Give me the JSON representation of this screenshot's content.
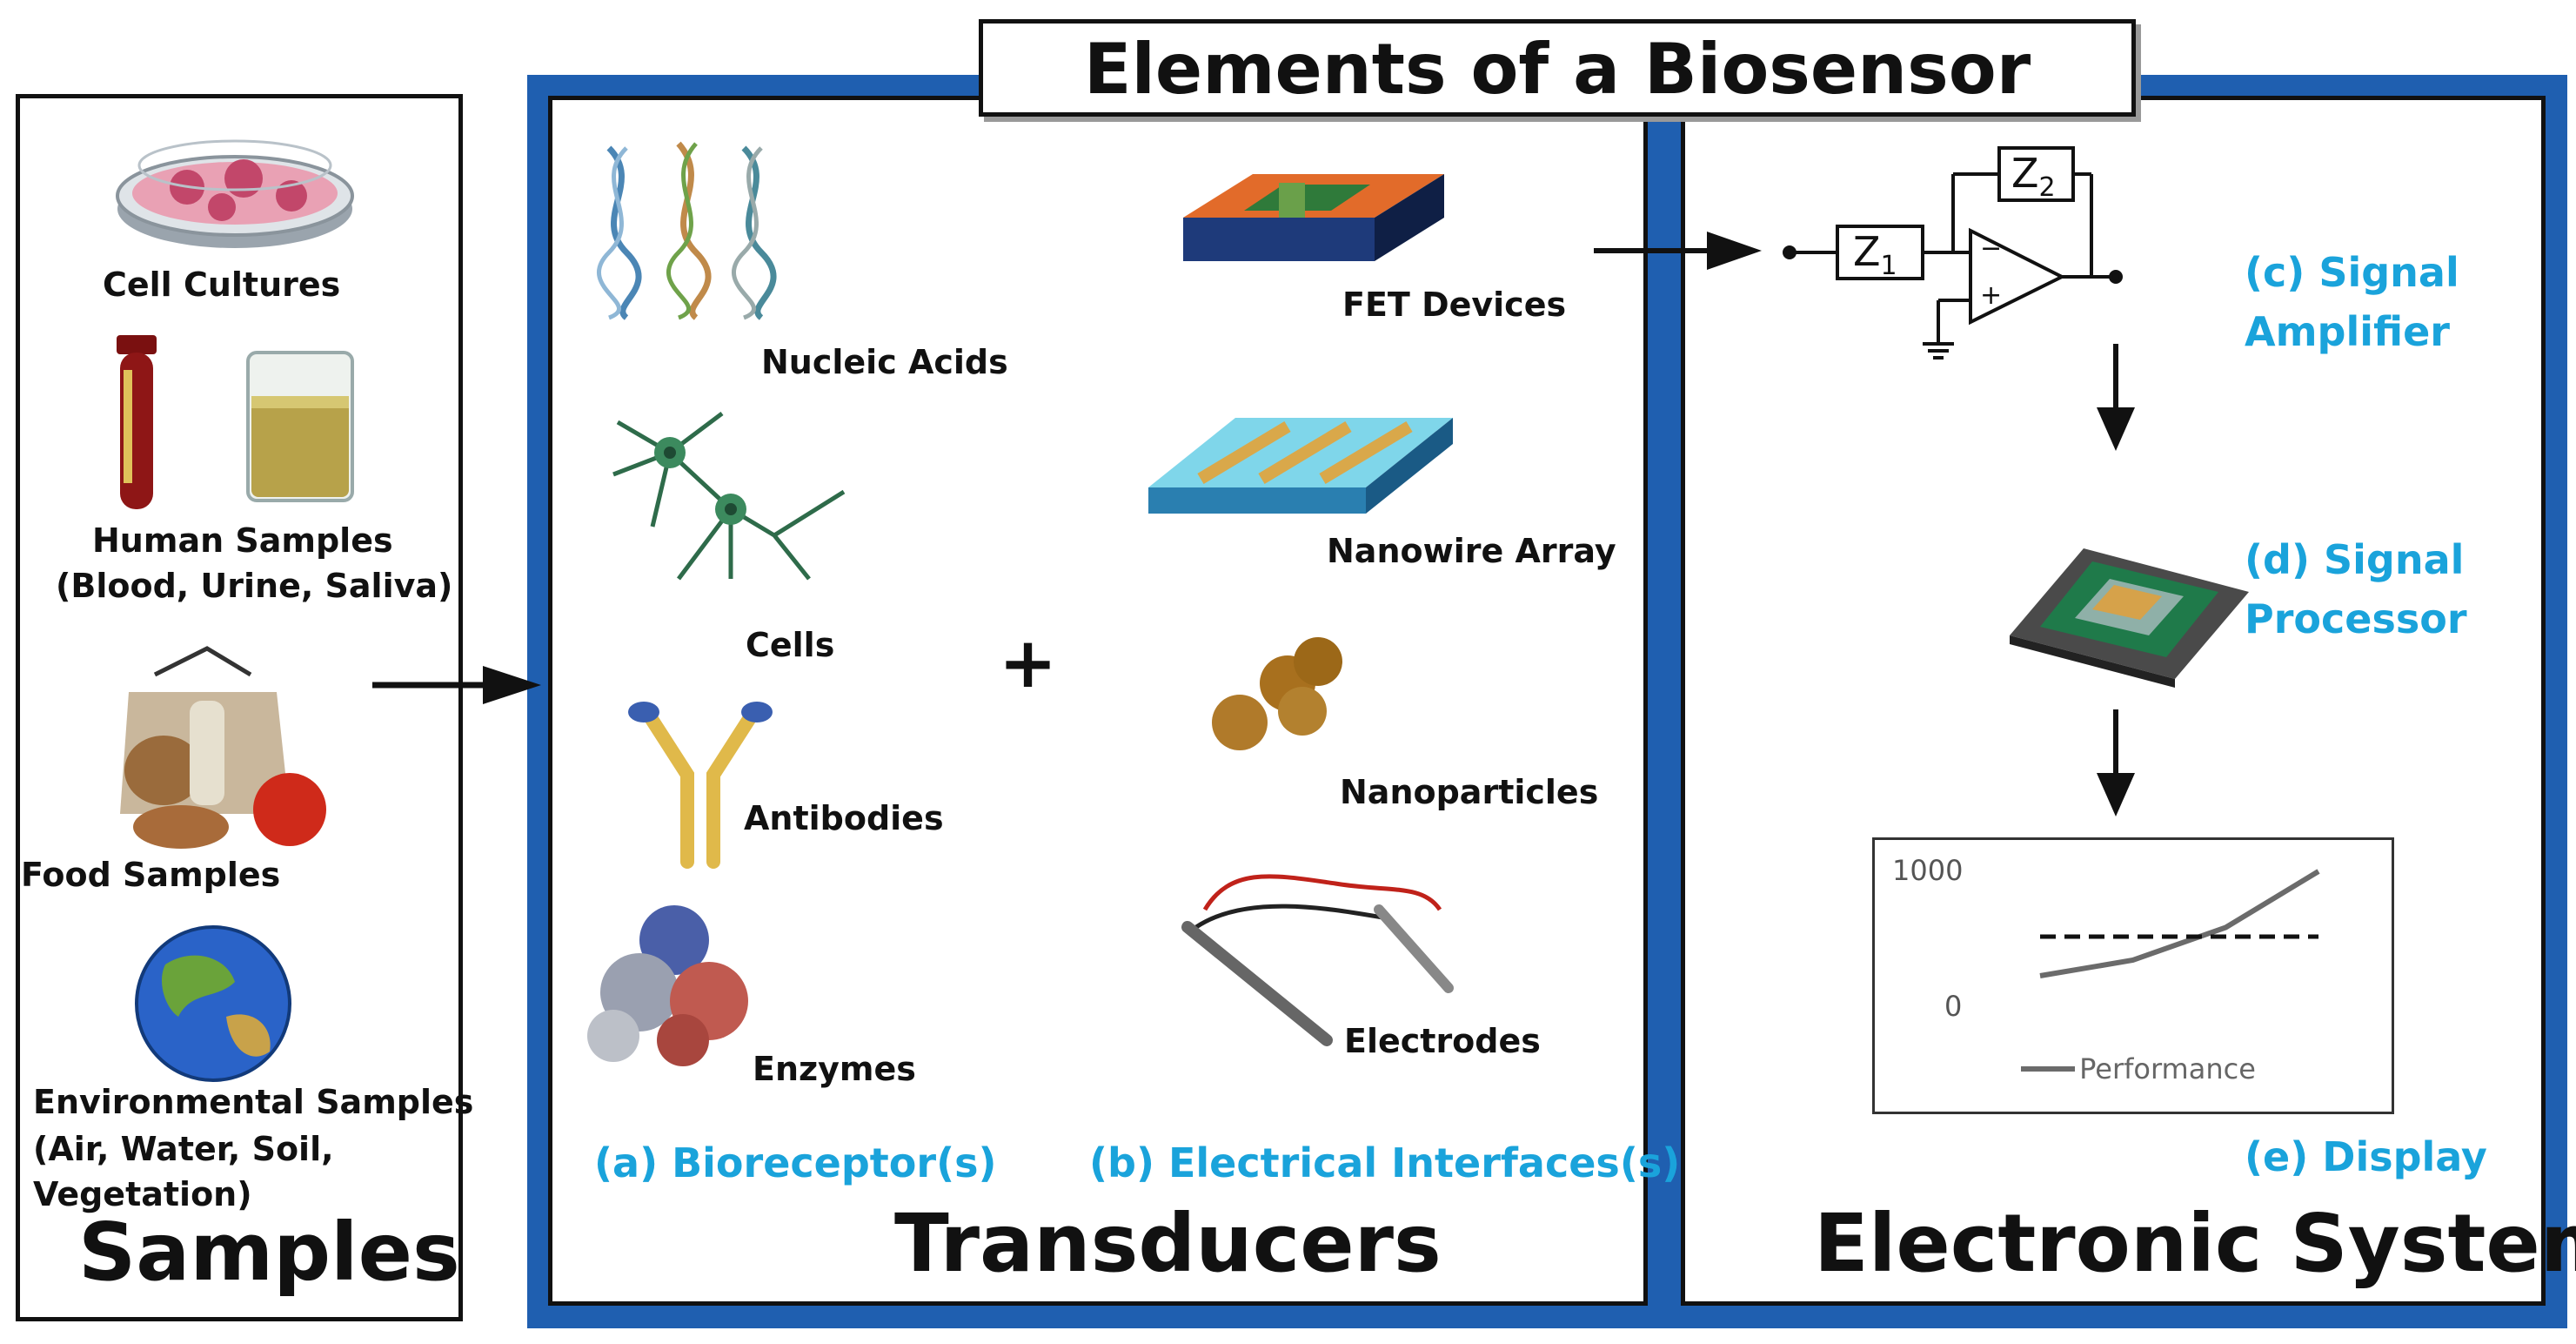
{
  "title": "Elements of a Biosensor",
  "samples": {
    "heading": "Samples",
    "items": [
      {
        "label": "Cell Cultures"
      },
      {
        "label": "Human Samples",
        "sub": "(Blood, Urine, Saliva)"
      },
      {
        "label": "Food Samples"
      },
      {
        "label": "Environmental Samples",
        "sub": "(Air, Water, Soil,",
        "sub2": "Vegetation)"
      }
    ]
  },
  "transducers": {
    "heading": "Transducers",
    "plus": "+",
    "bioreceptors": [
      "Nucleic Acids",
      "Cells",
      "Antibodies",
      "Enzymes"
    ],
    "interfaces": [
      "FET Devices",
      "Nanowire Array",
      "Nanoparticles",
      "Electrodes"
    ],
    "bioreceptor_caption": "(a) Bioreceptor(s)",
    "interface_caption": "(b) Electrical Interfaces(s)"
  },
  "electronic": {
    "heading": "Electronic System",
    "amplifier_line1": "(c) Signal",
    "amplifier_line2": "Amplifier",
    "processor_line1": "(d) Signal",
    "processor_line2": "Processor",
    "display_caption": "(e) Display",
    "z1": "Z",
    "z1_sub": "1",
    "z2": "Z",
    "z2_sub": "2",
    "op_minus": "−",
    "op_plus": "+"
  },
  "colors": {
    "accent_blue": "#1aa3db",
    "frame_blue": "#1f5fb0"
  },
  "chart_data": {
    "type": "line",
    "y_tick_labels": [
      "1000",
      "0"
    ],
    "ylim": [
      0,
      1000
    ],
    "legend": "bottom",
    "series": [
      {
        "name": "Performance",
        "x": [
          1,
          2,
          3,
          4
        ],
        "values": [
          280,
          400,
          650,
          1080
        ],
        "style": "solid",
        "color": "#6b6b6b"
      },
      {
        "x": [
          1,
          4
        ],
        "values": [
          580,
          580
        ],
        "style": "dashed",
        "color": "#111111"
      }
    ]
  }
}
